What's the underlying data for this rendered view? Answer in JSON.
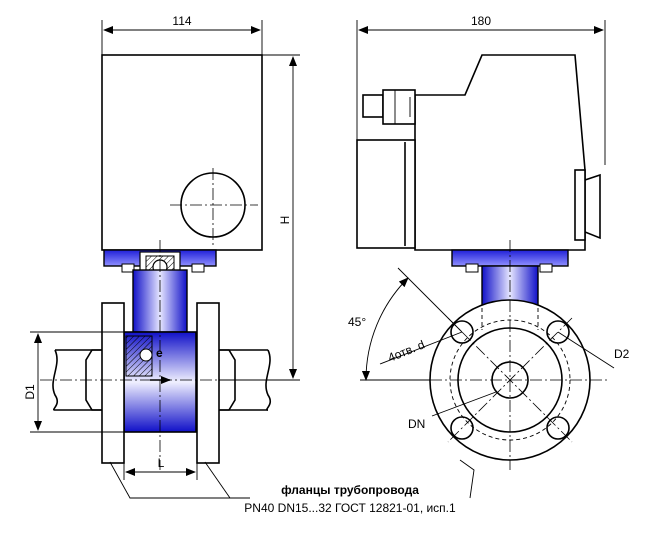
{
  "dimensions": {
    "width_front": "114",
    "width_side": "180",
    "height": "H",
    "d1": "D1",
    "length": "L",
    "angle": "45°",
    "holes": "4отв. d",
    "d2": "D2",
    "dn": "DN"
  },
  "caption": {
    "line1": "фланцы трубопровода",
    "line2": "PN40 DN15...32 ГОСТ 12821-01, исп.1"
  },
  "colors": {
    "blue_dark": "#1818d0",
    "blue_light": "#dcdcff",
    "line": "#000000"
  }
}
